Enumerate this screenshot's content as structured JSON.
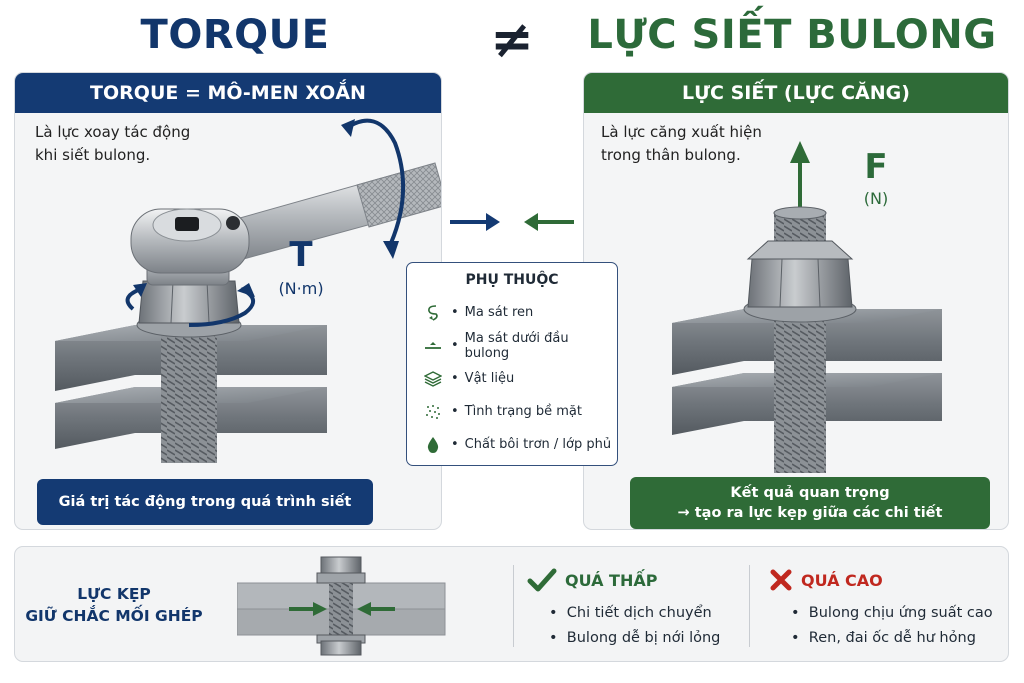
{
  "title_left": "TORQUE",
  "neq_symbol": "≠",
  "title_right": "LỰC SIẾT BULONG",
  "left_panel": {
    "header": "TORQUE  = MÔ-MEN XOẮN",
    "desc_line1": "Là lực xoay tác động",
    "desc_line2": "khi siết bulong.",
    "symbol": "T",
    "unit": "(N·m)",
    "footer": "Giá trị tác động trong quá trình siết"
  },
  "right_panel": {
    "header": "LỰC SIẾT (LỰC CĂNG)",
    "desc_line1": "Là lực căng xuất hiện",
    "desc_line2": "trong thân bulong.",
    "symbol": "F",
    "unit": "(N)",
    "footer_line1": "Kết quả quan trọng",
    "footer_line2": "→ tạo ra lực kẹp giữa các chi tiết"
  },
  "dependency": {
    "title": "PHỤ THUỘC",
    "items": [
      {
        "icon": "thread-friction-icon",
        "label": "Ma sát ren"
      },
      {
        "icon": "head-friction-icon",
        "label": "Ma sát dưới đầu bulong"
      },
      {
        "icon": "material-layers-icon",
        "label": "Vật liệu"
      },
      {
        "icon": "surface-texture-icon",
        "label": "Tình trạng bề mặt"
      },
      {
        "icon": "lubricant-drop-icon",
        "label": "Chất bôi trơn / lớp phủ"
      }
    ]
  },
  "bottom": {
    "label_line1": "LỰC KẸP",
    "label_line2": "GIỮ CHẮC MỐI GHÉP",
    "too_low": {
      "title": "QUÁ THẤP",
      "items": [
        "Chi tiết dịch chuyển",
        "Bulong dễ bị nới lỏng"
      ]
    },
    "too_high": {
      "title": "QUÁ CAO",
      "items": [
        "Bulong chịu ứng suất cao",
        "Ren, đai ốc dễ hư hỏng"
      ]
    }
  },
  "colors": {
    "navy": "#143a73",
    "green": "#2f6b37",
    "red": "#c0281f"
  }
}
